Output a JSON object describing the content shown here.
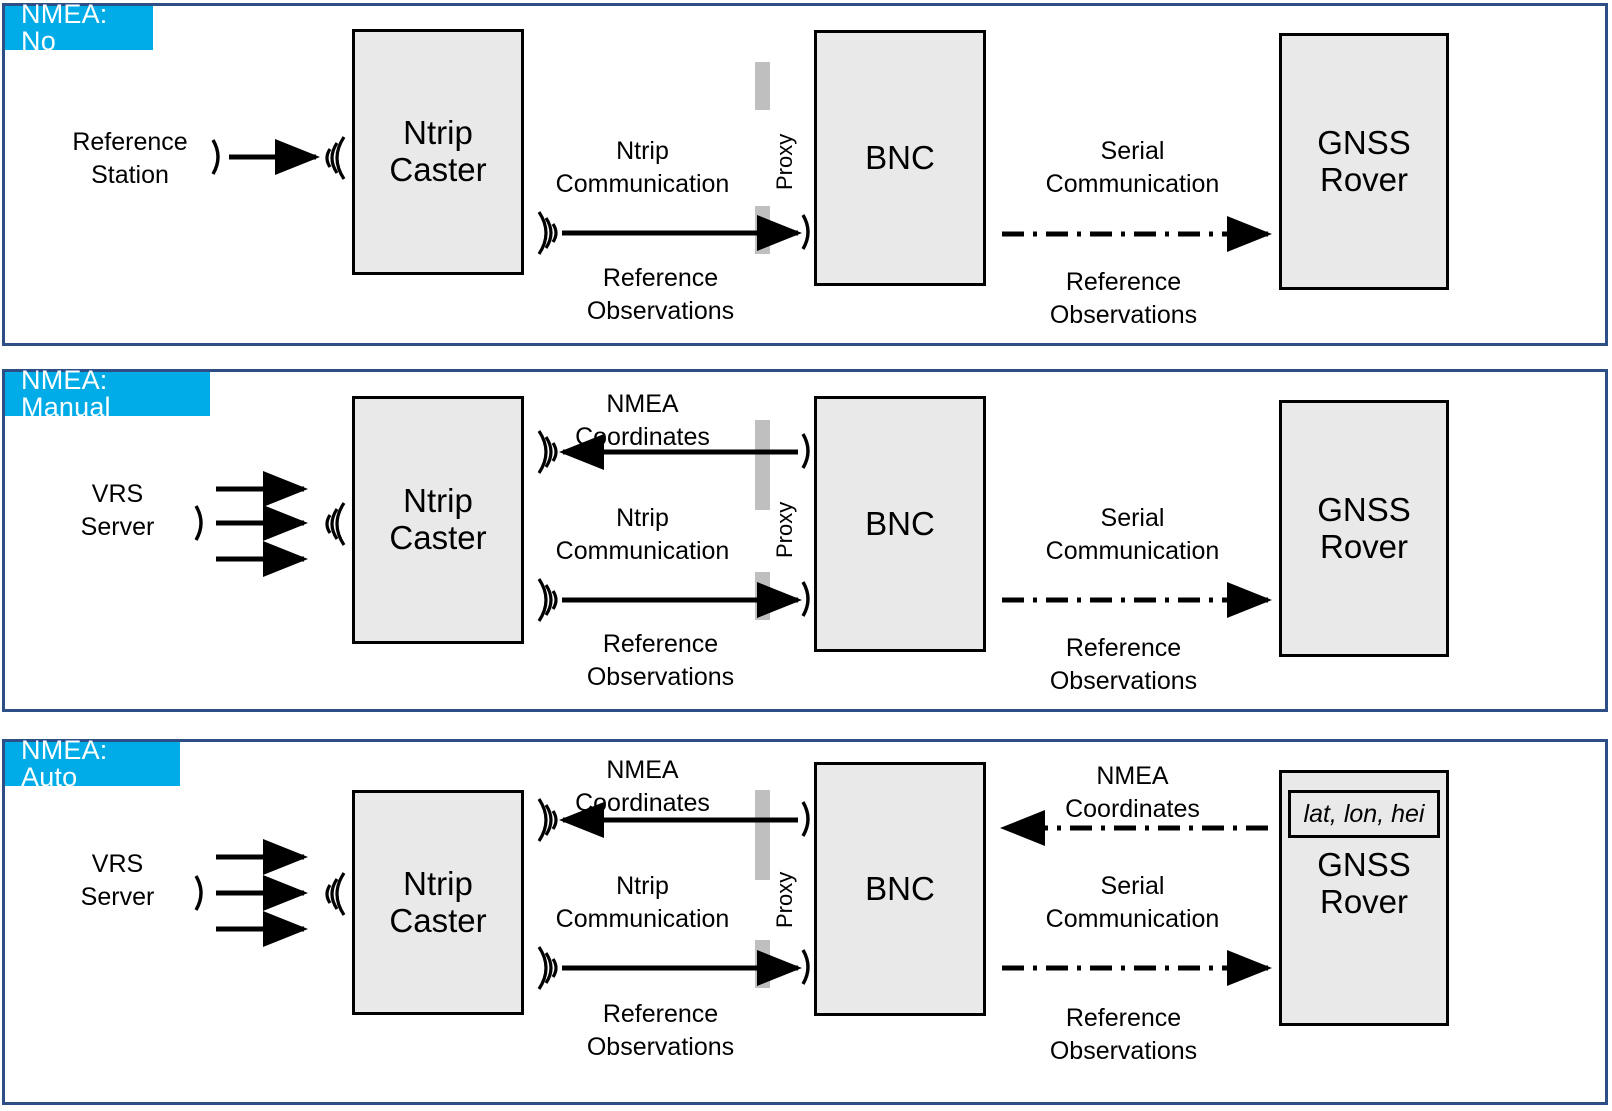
{
  "colors": {
    "panel_border": "#2e4f86",
    "badge_bg": "#00ace8",
    "badge_text": "#ffffff",
    "node_fill": "#e9e9e9",
    "node_stroke": "#000000",
    "proxy_bar": "#bfbfbf",
    "background": "#ffffff"
  },
  "panels": [
    {
      "badge": "NMEA: No",
      "source_node": "Reference\nStation",
      "caster": "Ntrip\nCaster",
      "bnc": "BNC",
      "rover": "GNSS\nRover",
      "proxy": "Proxy",
      "link_caster_bnc_top": "Ntrip\nCommunication",
      "link_caster_bnc_bottom": "Reference\nObservations",
      "link_bnc_rover_top": "Serial\nCommunication",
      "link_bnc_rover_bottom": "Reference\nObservations",
      "nmea_label": "",
      "has_nmea_uplink": false,
      "has_nmea_rover_link": false,
      "source_arrow_count": 1,
      "rover_coord_value": ""
    },
    {
      "badge": "NMEA: Manual",
      "source_node": "VRS\nServer",
      "caster": "Ntrip\nCaster",
      "bnc": "BNC",
      "rover": "GNSS\nRover",
      "proxy": "Proxy",
      "link_caster_bnc_top": "Ntrip\nCommunication",
      "link_caster_bnc_bottom": "Reference\nObservations",
      "link_bnc_rover_top": "Serial\nCommunication",
      "link_bnc_rover_bottom": "Reference\nObservations",
      "nmea_label": "NMEA\nCoordinates",
      "has_nmea_uplink": true,
      "has_nmea_rover_link": false,
      "source_arrow_count": 3,
      "rover_coord_value": ""
    },
    {
      "badge": "NMEA: Auto",
      "source_node": "VRS\nServer",
      "caster": "Ntrip\nCaster",
      "bnc": "BNC",
      "rover": "GNSS\nRover",
      "proxy": "Proxy",
      "link_caster_bnc_top": "Ntrip\nCommunication",
      "link_caster_bnc_bottom": "Reference\nObservations",
      "link_bnc_rover_top": "Serial\nCommunication",
      "link_bnc_rover_bottom": "Reference\nObservations",
      "nmea_label": "NMEA\nCoordinates",
      "nmea_label_rover": "NMEA\nCoordinates",
      "has_nmea_uplink": true,
      "has_nmea_rover_link": true,
      "source_arrow_count": 3,
      "rover_coord_value": "lat, lon, hei"
    }
  ]
}
